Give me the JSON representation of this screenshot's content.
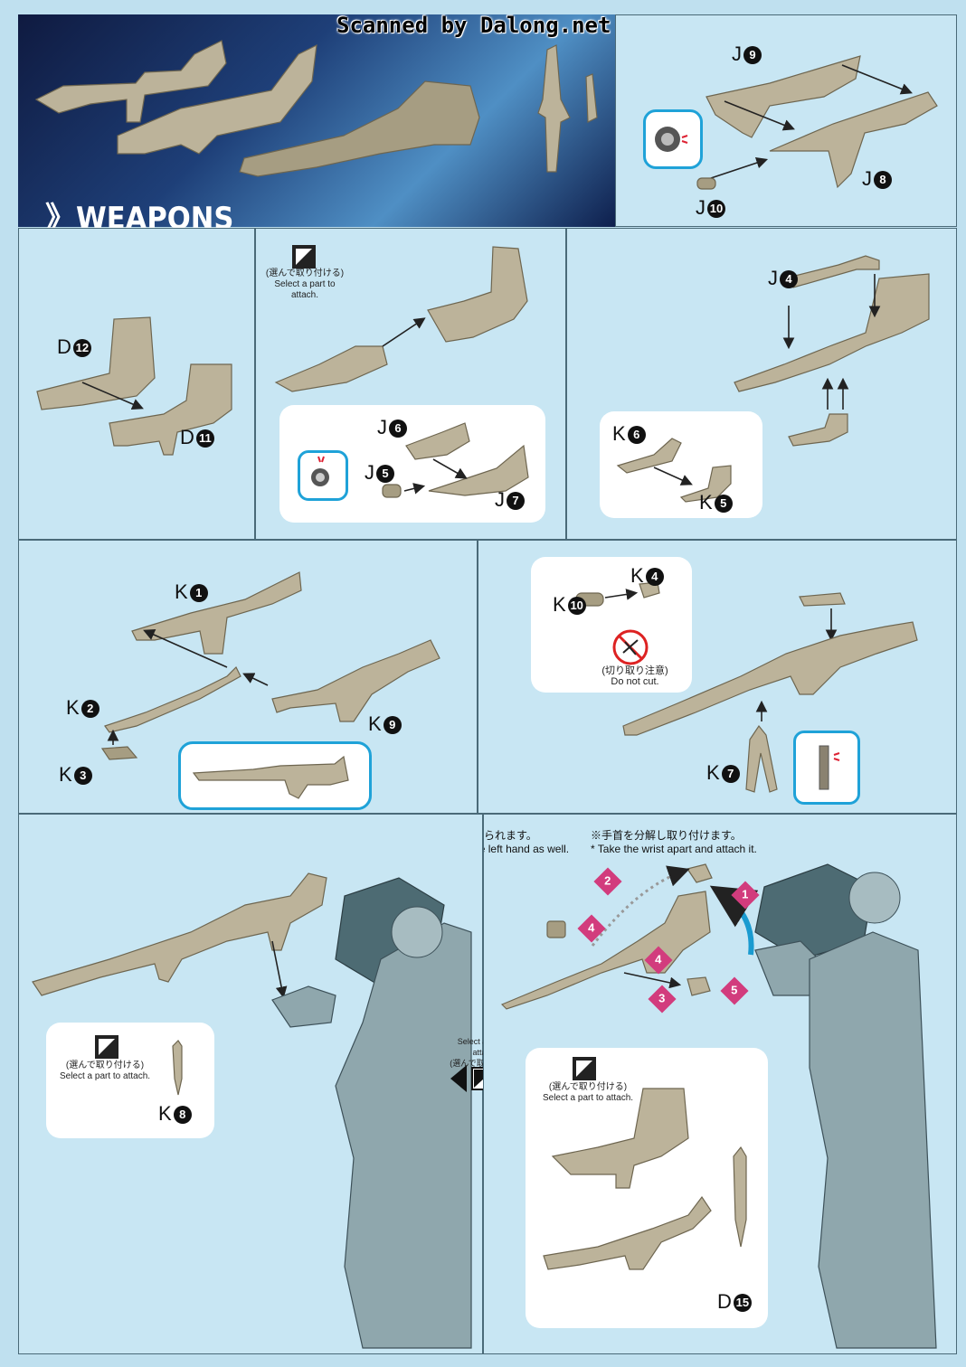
{
  "watermark": "Scanned by Dalong.net",
  "header": {
    "section_title": "》WEAPONS"
  },
  "parts": {
    "J9": "J",
    "J9n": "9",
    "J8": "J",
    "J8n": "8",
    "J10": "J",
    "J10n": "10",
    "D12": "D",
    "D12n": "12",
    "D11": "D",
    "D11n": "11",
    "J6": "J",
    "J6n": "6",
    "J5": "J",
    "J5n": "5",
    "J7": "J",
    "J7n": "7",
    "J4": "J",
    "J4n": "4",
    "K6": "K",
    "K6n": "6",
    "K5": "K",
    "K5n": "5",
    "K1": "K",
    "K1n": "1",
    "K2": "K",
    "K2n": "2",
    "K3": "K",
    "K3n": "3",
    "K9": "K",
    "K9n": "9",
    "K4": "K",
    "K4n": "4",
    "K10": "K",
    "K10n": "10",
    "K7": "K",
    "K7n": "7",
    "K8": "K",
    "K8n": "8",
    "D15": "D",
    "D15n": "15"
  },
  "select_note": {
    "jp": "(選んで取り付ける)",
    "en": "Select a part to attach."
  },
  "select_note_mid": {
    "en": "Select a part to attach.",
    "jp": "(選んで取り付ける)"
  },
  "cut_warning": {
    "jp": "(切り取り注意)",
    "en": "Do not cut."
  },
  "notes": {
    "left_hand_jp": "※左手にも持たせられます。",
    "left_hand_en": "* Attachable to the left hand as well.",
    "wrist_jp": "※手首を分解し取り付けます。",
    "wrist_en": "* Take the wrist apart and attach it."
  },
  "steps": [
    "1",
    "2",
    "3",
    "4",
    "4",
    "5"
  ]
}
